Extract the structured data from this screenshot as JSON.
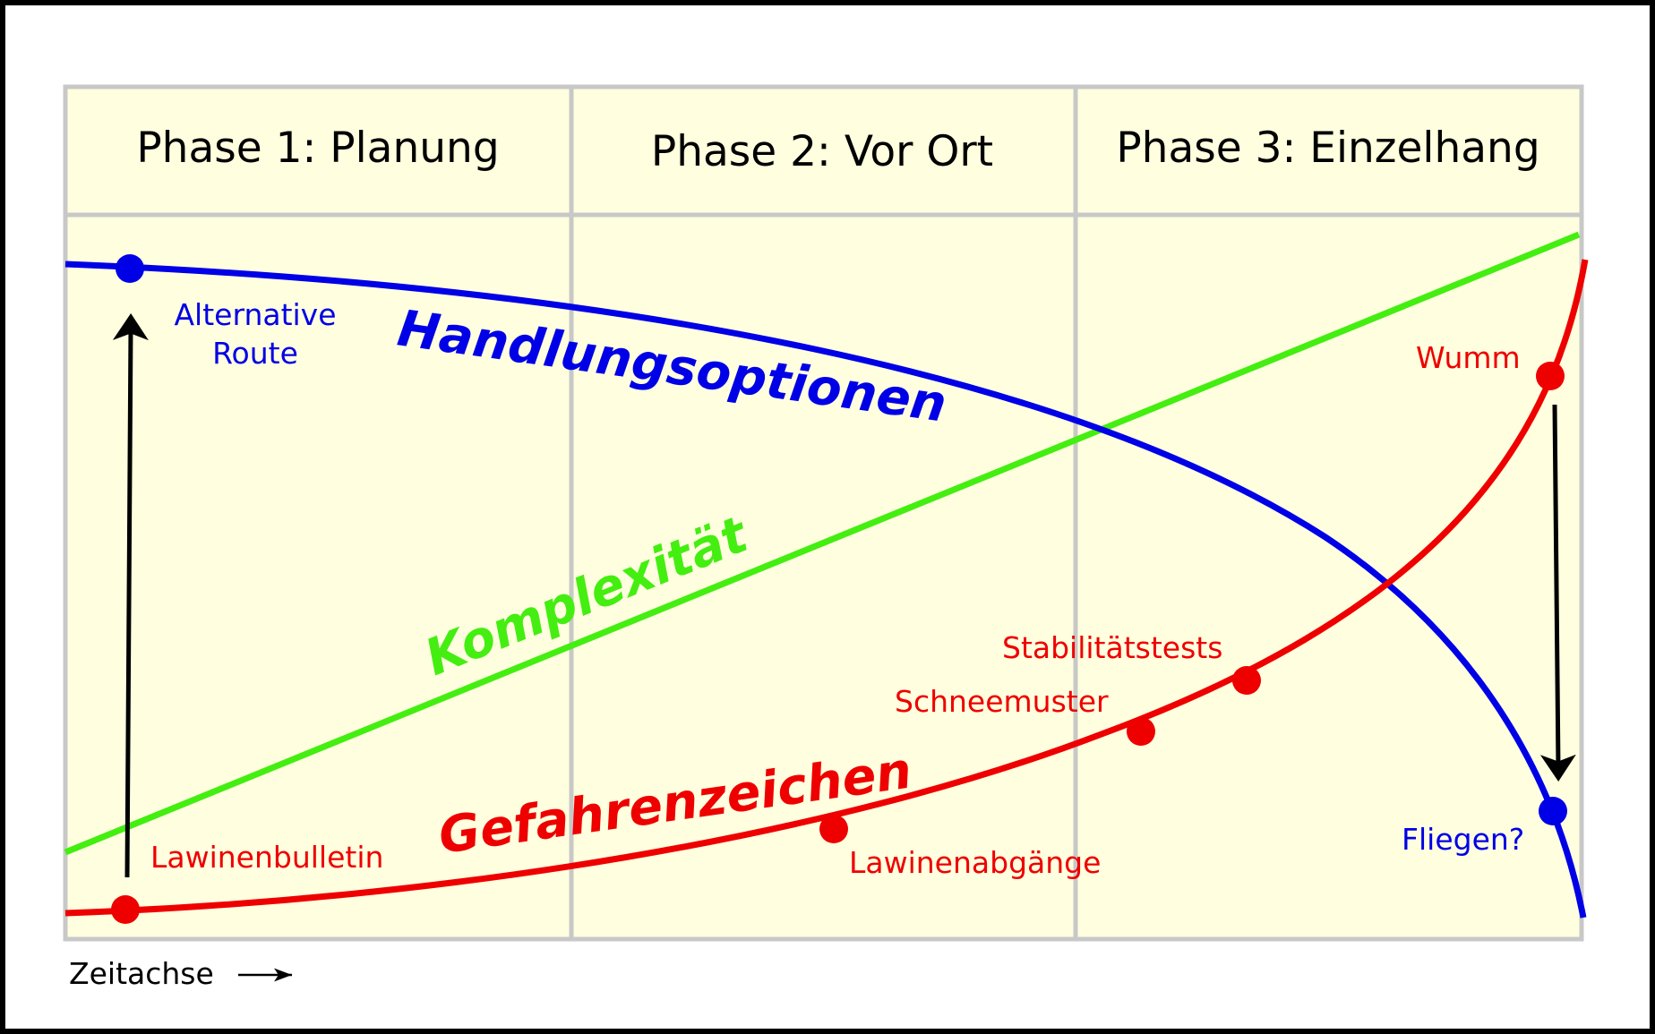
{
  "colors": {
    "background": "#ffffdf",
    "grid": "#c8c8c8",
    "handlungsoptionen": "#0000e6",
    "komplexitaet": "#44ee11",
    "gefahrenzeichen": "#ee0000",
    "arrow": "#000000"
  },
  "phases": [
    "Phase 1: Planung",
    "Phase 2: Vor Ort",
    "Phase 3: Einzelhang"
  ],
  "curves": {
    "handlungsoptionen": "Handlungsoptionen",
    "komplexitaet": "Komplexität",
    "gefahrenzeichen": "Gefahrenzeichen"
  },
  "points": {
    "alternative_route_line1": "Alternative",
    "alternative_route_line2": "Route",
    "lawinenbulletin": "Lawinenbulletin",
    "lawinenabgaenge": "Lawinenabgänge",
    "schneemuster": "Schneemuster",
    "stabilitaetstests": "Stabilitätstests",
    "wumm": "Wumm",
    "fliegen": "Fliegen?"
  },
  "axis": {
    "time_label": "Zeitachse"
  }
}
